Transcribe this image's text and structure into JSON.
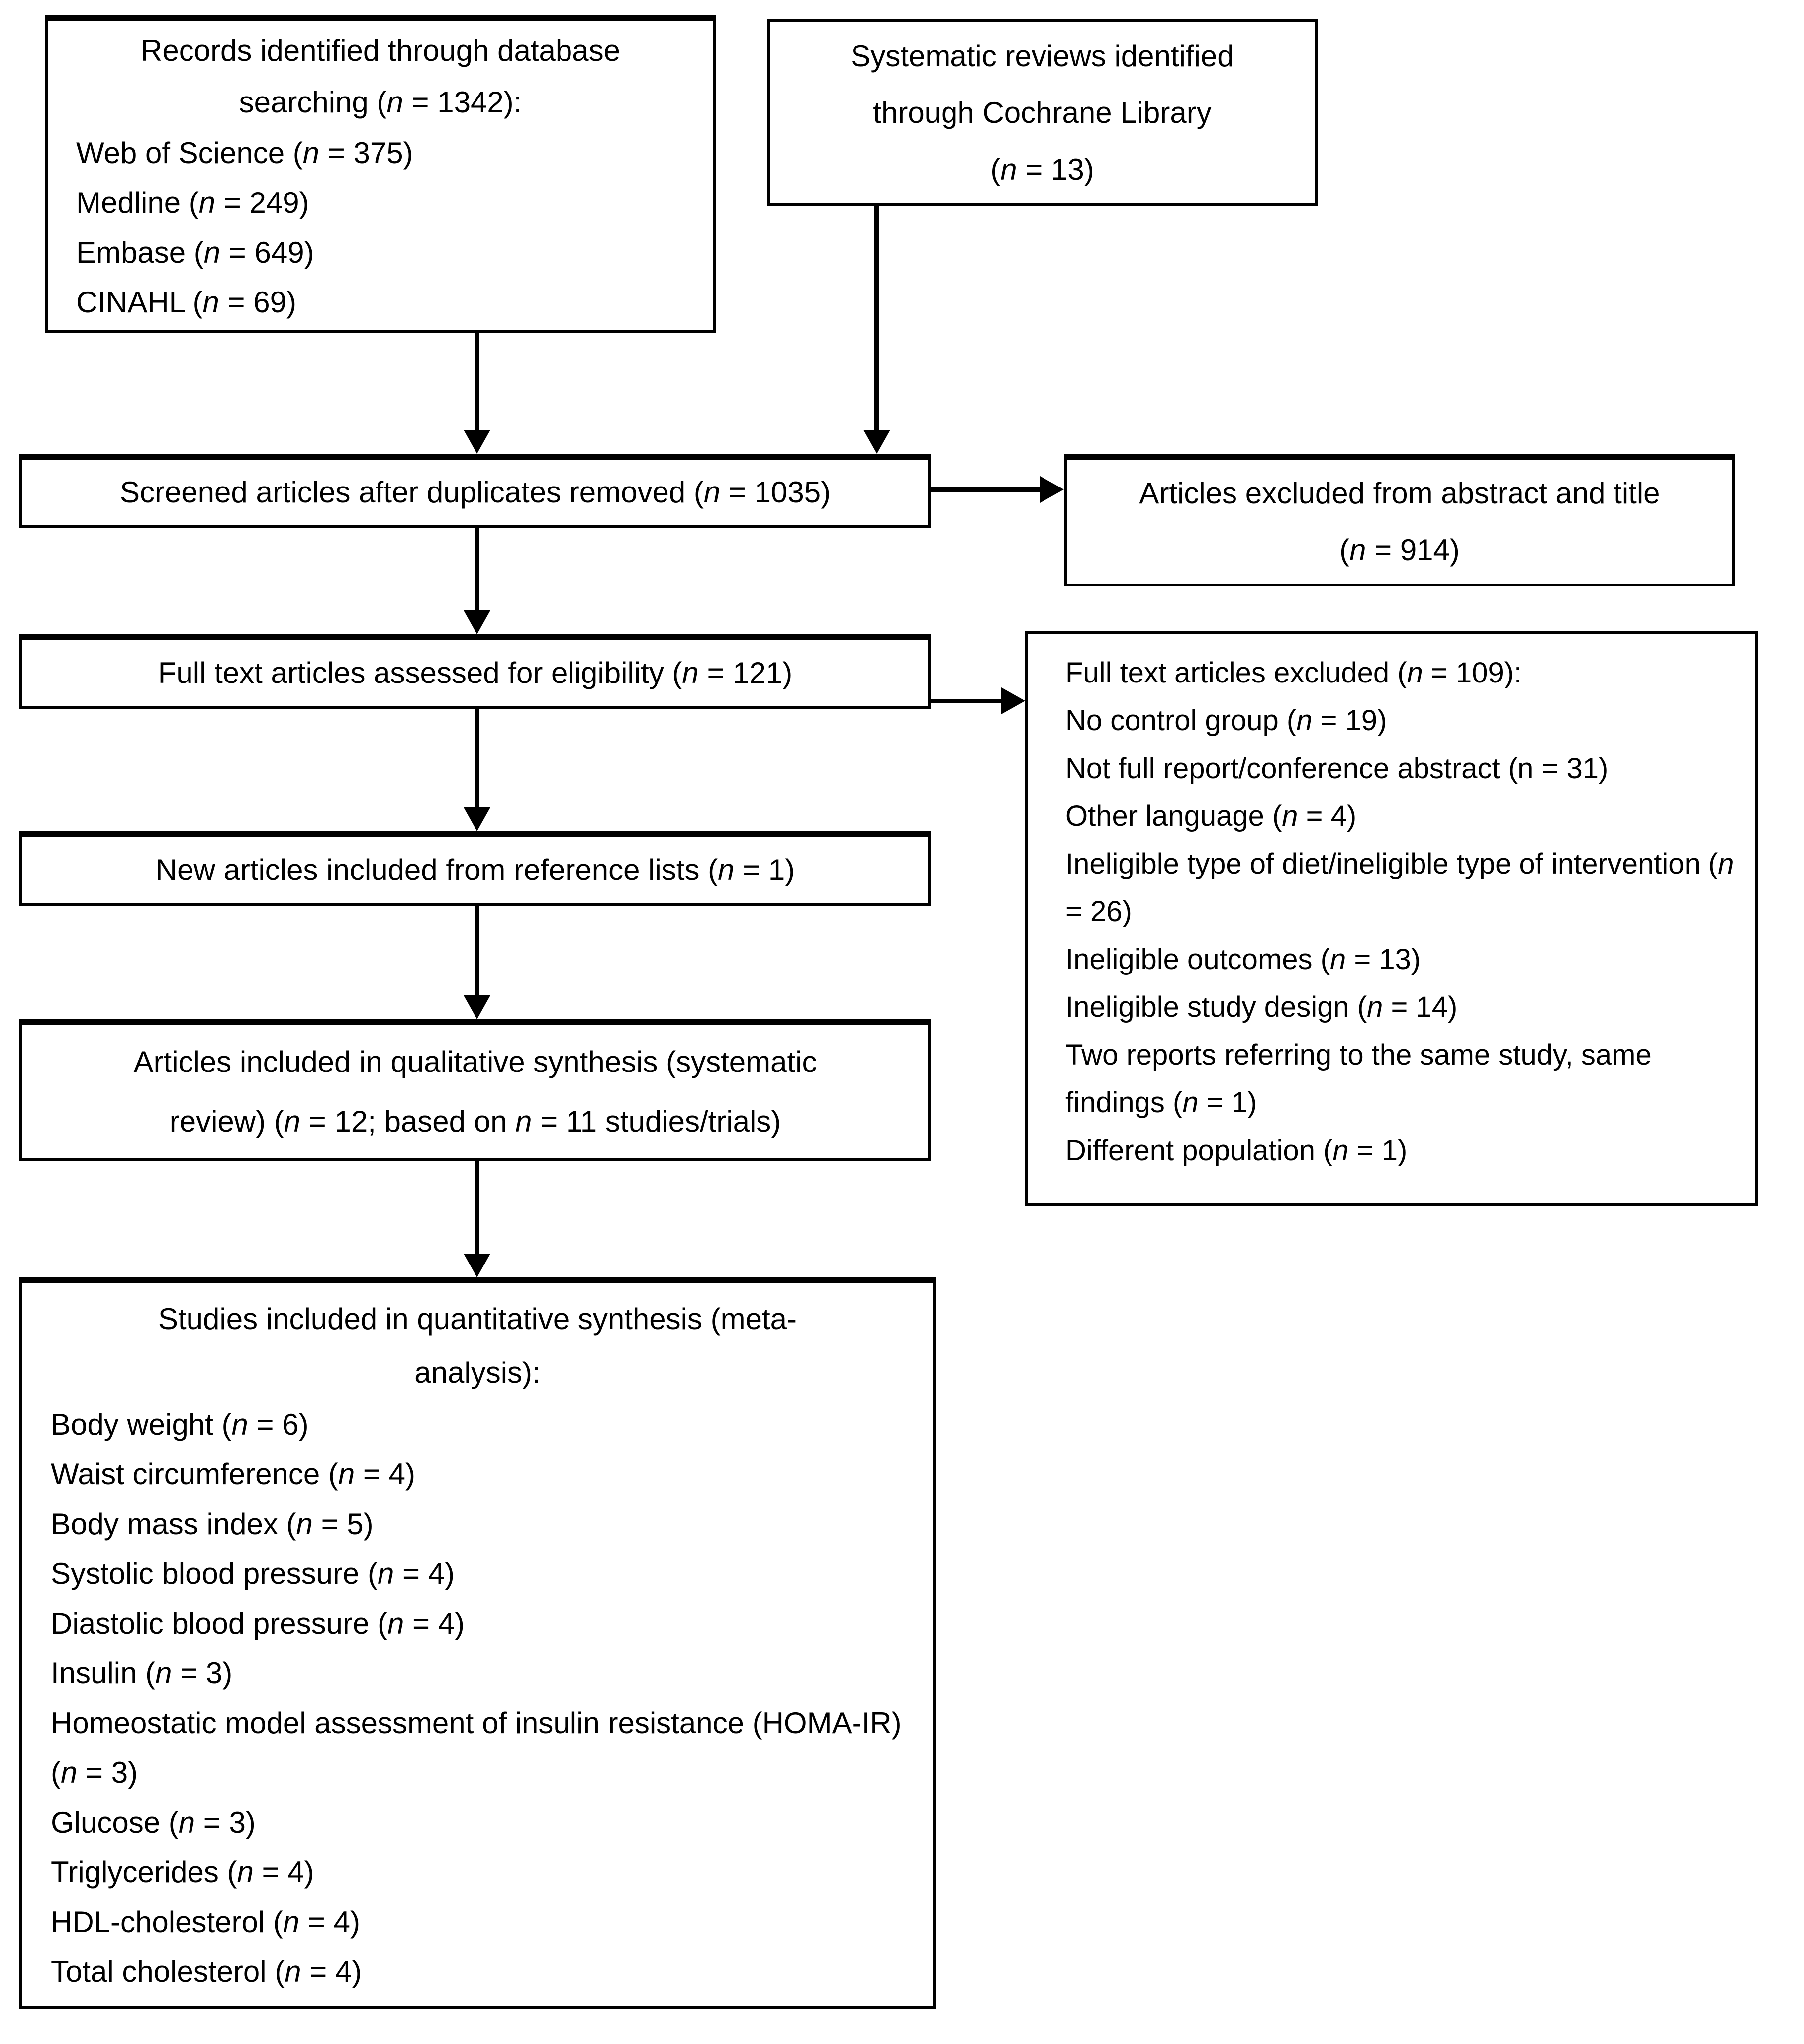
{
  "diagram": {
    "records": {
      "lines": [
        "Records identified through database",
        "searching (*n* = 1342):"
      ],
      "items": [
        "Web of Science (*n* = 375)",
        "Medline (*n* = 249)",
        "Embase (*n* = 649)",
        "CINAHL (*n* = 69)"
      ]
    },
    "cochrane": {
      "lines": [
        "Systematic reviews identified",
        "through Cochrane Library",
        "(*n* = 13)"
      ]
    },
    "screened": {
      "label": "Screened articles after duplicates removed (*n* = 1035)"
    },
    "excluded_title_abstract": {
      "lines": [
        "Articles excluded from abstract and title",
        "(*n* = 914)"
      ]
    },
    "full_text": {
      "label": "Full text articles assessed for eligibility (*n* = 121)"
    },
    "full_text_excluded": {
      "title": "Full text articles excluded (*n* = 109):",
      "items": [
        "No control group (*n* = 19)",
        "Not full report/conference abstract (n = 31)",
        "Other language (*n* = 4)",
        "Ineligible type of diet/ineligible type of intervention (*n* = 26)",
        "Ineligible outcomes (*n* = 13)",
        "Ineligible study design (*n* = 14)",
        "Two reports referring to the same study, same findings (*n* = 1)",
        "Different population (*n* = 1)"
      ]
    },
    "new_articles": {
      "label": "New articles included from reference lists (*n* = 1)"
    },
    "qualitative": {
      "lines": [
        "Articles included in qualitative synthesis (systematic",
        "review) (*n* = 12; based on *n* = 11 studies/trials)"
      ]
    },
    "quantitative": {
      "title_lines": [
        "Studies included in quantitative synthesis (meta-",
        "analysis):"
      ],
      "items": [
        "Body weight (*n* = 6)",
        "Waist circumference (*n* = 4)",
        "Body mass index (*n* = 5)",
        "Systolic blood pressure (*n* = 4)",
        "Diastolic blood pressure (*n* = 4)",
        "Insulin (*n* = 3)",
        "Homeostatic model assessment of insulin resistance (HOMA-IR) (*n* = 3)",
        "Glucose (*n* = 3)",
        "Triglycerides (*n* = 4)",
        "HDL-cholesterol (*n* = 4)",
        "Total cholesterol (*n* = 4)"
      ]
    }
  }
}
